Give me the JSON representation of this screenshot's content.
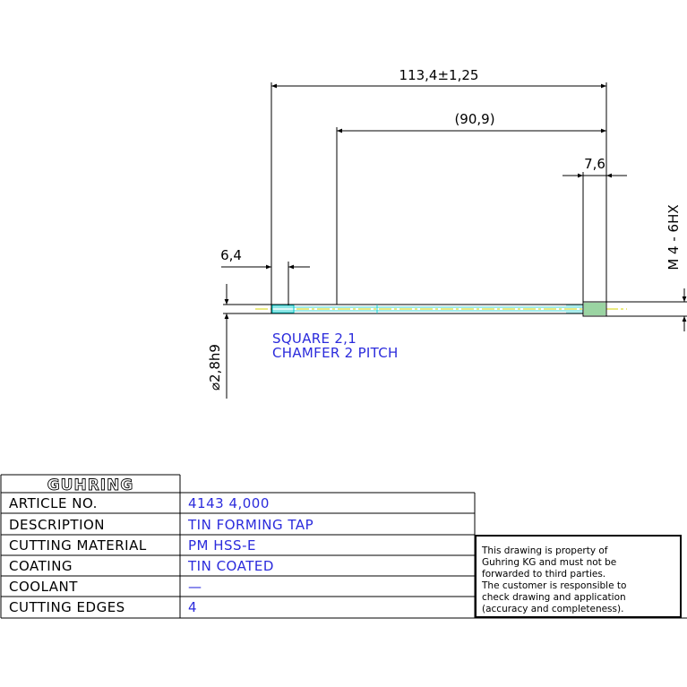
{
  "drawing": {
    "dimensions": {
      "overall_length": "113,4±1,25",
      "shank_length": "(90,9)",
      "thread_length": "7,6",
      "square_length": "6,4",
      "shank_diameter": "⌀2,8h9",
      "thread_size": "M 4 - 6HX"
    },
    "notes": {
      "line1": "SQUARE 2,1",
      "line2": "CHAMFER 2 PITCH"
    }
  },
  "title_block": {
    "logo": "GUHRING",
    "rows": [
      {
        "label": "ARTICLE NO.",
        "value": "4143 4,000"
      },
      {
        "label": "DESCRIPTION",
        "value": "TIN FORMING TAP"
      },
      {
        "label": "CUTTING MATERIAL",
        "value": "PM HSS-E"
      },
      {
        "label": "COATING",
        "value": "TIN COATED"
      },
      {
        "label": "COOLANT",
        "value": "—"
      },
      {
        "label": "CUTTING EDGES",
        "value": "4"
      }
    ]
  },
  "disclaimer": {
    "lines": [
      "This drawing is property of",
      "Guhring KG and must not be",
      "forwarded to third parties.",
      "The customer is responsible to",
      "check drawing and application",
      "(accuracy and completeness)."
    ]
  },
  "colors": {
    "line": "#000000",
    "note": "#2b2bdc",
    "centerline": "#d4d400",
    "part_edge": "#00c8c8",
    "thread_fill": "#5ec86a"
  }
}
